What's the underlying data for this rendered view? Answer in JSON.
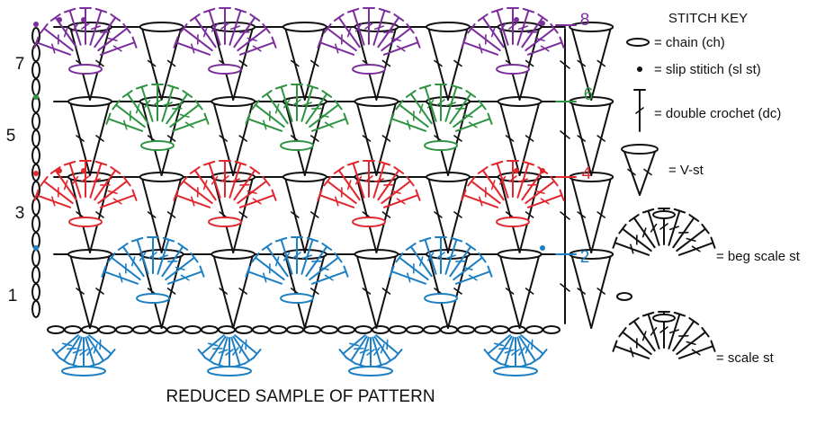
{
  "diagram_title": "REDUCED SAMPLE OF PATTERN",
  "row_labels": {
    "left": [
      "7",
      "5",
      "3",
      "1"
    ],
    "right": [
      "8",
      "6",
      "4",
      "2"
    ]
  },
  "stitch_key": {
    "heading": "STITCH KEY",
    "entries": [
      {
        "symbol": "chain-oval",
        "label": "= chain (ch)"
      },
      {
        "symbol": "slip-dot",
        "label": "= slip stitich (sl st)"
      },
      {
        "symbol": "dc-tbar",
        "label": "= double crochet (dc)"
      },
      {
        "symbol": "v-stitch",
        "label": "= V-st"
      },
      {
        "symbol": "beg-scale",
        "label": "= beg scale st"
      },
      {
        "symbol": "scale",
        "label": "= scale st"
      }
    ]
  },
  "colors": {
    "row1_2": "#1d7fc4",
    "row3_4": "#e0282e",
    "row5_6": "#2e9442",
    "row7_8": "#7b2f9c",
    "base": "#111111"
  }
}
